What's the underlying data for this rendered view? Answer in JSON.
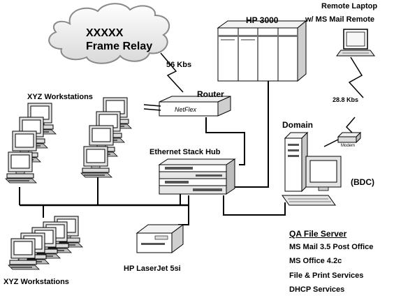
{
  "cloud": {
    "line1": "XXXXX",
    "line2": "Frame Relay"
  },
  "link_56": "56 Kbs",
  "router": {
    "label": "Router",
    "brand": "NetFlex"
  },
  "hp3000": "HP 3000",
  "remote": {
    "line1": "Remote Laptop",
    "line2": "w/ MS Mail Remote"
  },
  "link_288": "28.8 Kbs",
  "modem": "Modem",
  "domain": {
    "label": "Domain",
    "role": "(BDC)"
  },
  "hub": "Ethernet Stack Hub",
  "workstations_top": "XYZ Workstations",
  "workstations_bottom": "XYZ Workstations",
  "printer": "HP LaserJet 5si",
  "file_server": {
    "title": "QA File Server",
    "services": [
      "MS Mail 3.5 Post Office",
      "MS Office 4.2c",
      "File & Print Services",
      "DHCP Services"
    ]
  }
}
